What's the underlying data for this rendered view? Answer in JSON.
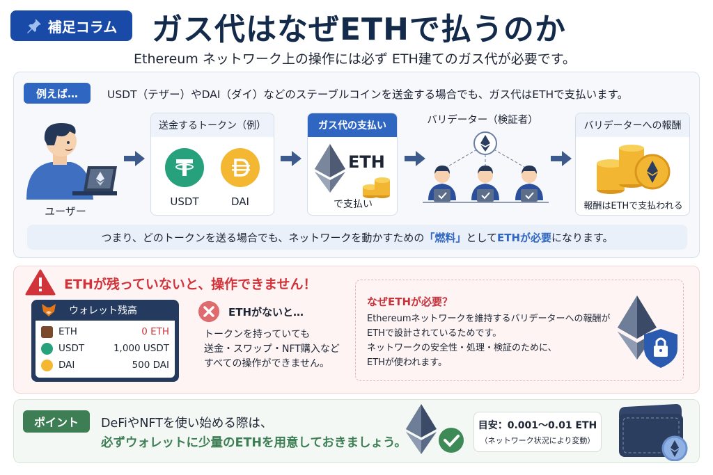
{
  "header": {
    "badge_label": "補足コラム",
    "title": "ガス代はなぜETHで払うのか",
    "subtitle": "Ethereum ネットワーク上の操作には必ず ETH建てのガス代が必要です。"
  },
  "example": {
    "badge_label": "例えば…",
    "text": "USDT（テザー）やDAI（ダイ）などのステーブルコインを送金する場合でも、ガス代はETHで支払います。",
    "user_label": "ユーザー",
    "tokens_card": {
      "title": "送金するトークン（例）",
      "tokens": [
        {
          "symbol": "USDT",
          "color": "#26a17b"
        },
        {
          "symbol": "DAI",
          "color": "#f4b731"
        }
      ]
    },
    "gas_card": {
      "title": "ガス代の支払い",
      "currency": "ETH",
      "caption": "で支払い"
    },
    "validators": {
      "title": "バリデーター（検証者）",
      "count": 3
    },
    "reward_card": {
      "title": "バリデーターへの報酬",
      "caption": "報酬はETHで支払われる"
    },
    "summary": {
      "part1": "つまり、どのトークンを送る場合でも、ネットワークを動かすための",
      "highlight1": "「燃料」",
      "part2": "として",
      "highlight2": "ETHが必要",
      "part3": "になります。"
    }
  },
  "warning": {
    "title": "ETHが残っていないと、操作できません！",
    "wallet": {
      "title": "ウォレット残高",
      "rows": [
        {
          "name": "ETH",
          "amount": "0 ETH",
          "highlight": true
        },
        {
          "name": "USDT",
          "amount": "1,000 USDT",
          "highlight": false
        },
        {
          "name": "DAI",
          "amount": "500 DAI",
          "highlight": false
        }
      ]
    },
    "no_eth": {
      "title": "ETHがないと…",
      "lines": [
        "トークンを持っていても",
        "送金・スワップ・NFT購入など",
        "すべての操作ができません。"
      ]
    },
    "why": {
      "title": "なぜETHが必要？",
      "lines": [
        "Ethereumネットワークを維持するバリデーターへの報酬が",
        "ETHで設計されているためです。",
        "ネットワークの安全性・処理・検証のために、",
        "ETHが使われます。"
      ]
    }
  },
  "point": {
    "badge_label": "ポイント",
    "line1": "DeFiやNFTを使い始める際は、",
    "line2": "必ずウォレットに少量のETHを用意しておきましょう。",
    "guide_main": "目安：0.001〜0.01 ETH",
    "guide_sub": "（ネットワーク状況により変動）"
  },
  "colors": {
    "brand_blue": "#1a4aa8",
    "accent_blue": "#2f66c2",
    "warning_red": "#d0333a",
    "point_green": "#3e7e55",
    "usdt_green": "#26a17b",
    "dai_yellow": "#f4b731"
  }
}
